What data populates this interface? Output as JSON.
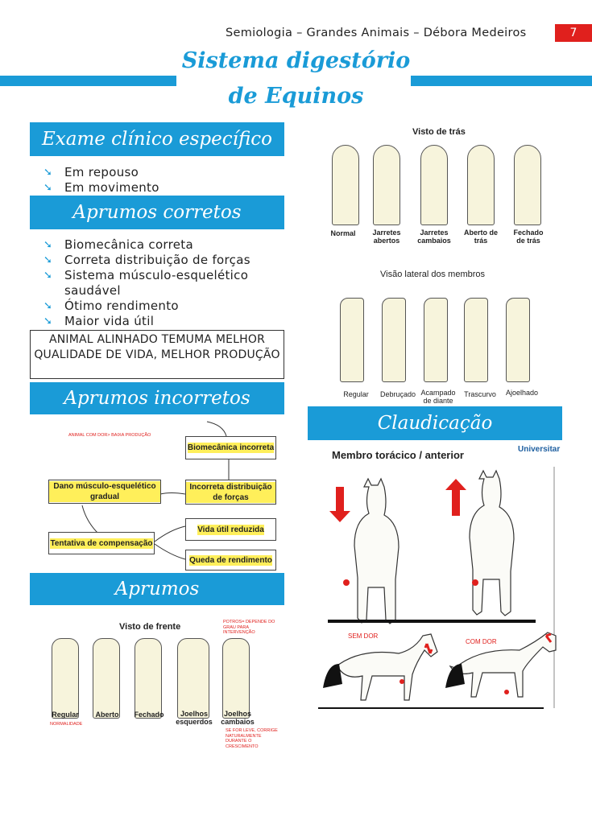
{
  "header": {
    "text": "Semiologia – Grandes Animais – Débora Medeiros",
    "page": "7"
  },
  "title": {
    "line1": "Sistema digestório",
    "line2": "de Equinos"
  },
  "sections": {
    "exame": {
      "title": "Exame clínico específico",
      "items": [
        "Em repouso",
        "Em movimento"
      ]
    },
    "corretos": {
      "title": "Aprumos corretos",
      "items": [
        "Biomecânica correta",
        "Correta distribuição de forças",
        "Sistema músculo-esquelético saudável",
        "Ótimo rendimento",
        "Maior vida útil"
      ],
      "note": "ANIMAL ALINHADO TEMUMA MELHOR QUALIDADE DE VIDA, MELHOR PRODUÇÃO"
    },
    "incorretos": {
      "title": "Aprumos incorretos",
      "red_note": "ANIMAL COM DOR> BAIXA PRODUÇÃO",
      "boxes": [
        "Biomecânica incorreta",
        "Incorreta distribuição de forças",
        "Dano músculo-esquelético gradual",
        "Tentativa de compensação",
        "Vida útil reduzida",
        "Queda de rendimento"
      ]
    },
    "aprumos": {
      "title": "Aprumos",
      "figure_title": "Visto de frente",
      "labels": [
        "Regular",
        "Aberto",
        "Fechado",
        "Joelhos esquerdos",
        "Joelhos cambaios"
      ],
      "notes": {
        "regular": "NORMALIDADE",
        "potros": "POTROS= DEPENDE DO GRAU PARA INTERVENÇÃO",
        "cambaios": "SE FOR LEVE, CORRIGE NATURALMENTE DURANTE O CRESCIMENTO"
      }
    },
    "tras": {
      "title": "Visto de trás",
      "labels": [
        "Normal",
        "Jarretes abertos",
        "Jarretes cambaios",
        "Aberto de trás",
        "Fechado de trás"
      ]
    },
    "lateral": {
      "title": "Visão lateral dos membros",
      "labels": [
        "Regular",
        "Debruçado",
        "Acampado de diante",
        "Trascurvo",
        "Ajoelhado"
      ]
    },
    "claudicacao": {
      "title": "Claudicação",
      "figure_title": "Membro torácico / anterior",
      "brand": "Universitar",
      "sem_dor": "SEM DOR",
      "com_dor": "COM DOR"
    }
  },
  "colors": {
    "accent": "#1a9bd7",
    "red": "#e0201d",
    "highlight": "#ffef5a"
  }
}
